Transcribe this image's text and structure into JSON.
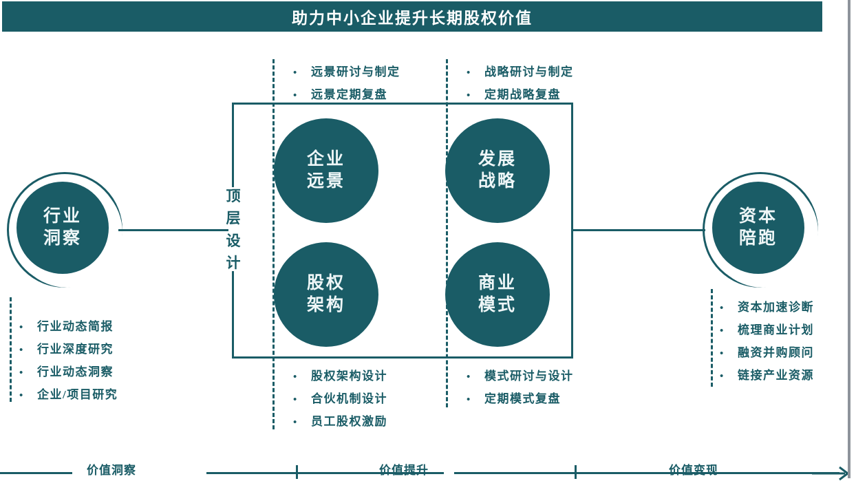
{
  "header": {
    "title": "助力中小企业提升长期股权价值",
    "bg_color": "#1a5c66",
    "text_color": "#ffffff"
  },
  "theme": {
    "accent": "#1a5c66",
    "text_on_accent": "#eef6f7",
    "background": "#ffffff"
  },
  "left_node": {
    "label_line1": "行业",
    "label_line2": "洞察"
  },
  "right_node": {
    "label_line1": "资本",
    "label_line2": "陪跑"
  },
  "center_box": {
    "vertical_label_chars": [
      "顶",
      "层",
      "设",
      "计"
    ],
    "circles": [
      {
        "line1": "企业",
        "line2": "远景"
      },
      {
        "line1": "发展",
        "line2": "战略"
      },
      {
        "line1": "股权",
        "line2": "架构"
      },
      {
        "line1": "商业",
        "line2": "模式"
      }
    ]
  },
  "bullets": {
    "bullet_glyph": "•",
    "left_list": [
      "行业动态简报",
      "行业深度研究",
      "行业动态洞察",
      "企业/项目研究"
    ],
    "top_left_list": [
      "远景研讨与制定",
      "远景定期复盘"
    ],
    "top_right_list": [
      "战略研讨与制定",
      "定期战略复盘"
    ],
    "bottom_left_list": [
      "股权架构设计",
      "合伙机制设计",
      "员工股权激励"
    ],
    "bottom_right_list": [
      "模式研讨与设计",
      "定期模式复盘"
    ],
    "right_list": [
      "资本加速诊断",
      "梳理商业计划",
      "融资并购顾问",
      "链接产业资源"
    ]
  },
  "phases": [
    {
      "label": "价值洞察"
    },
    {
      "label": "价值提升"
    },
    {
      "label": "价值变现"
    }
  ]
}
